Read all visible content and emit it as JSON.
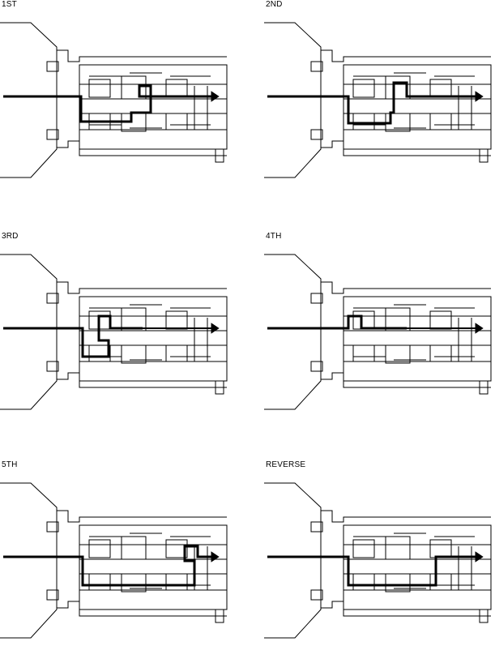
{
  "panels": [
    {
      "id": "1st",
      "label": "1ST"
    },
    {
      "id": "2nd",
      "label": "2ND"
    },
    {
      "id": "3rd",
      "label": "3RD"
    },
    {
      "id": "4th",
      "label": "4TH"
    },
    {
      "id": "5th",
      "label": "5TH"
    },
    {
      "id": "reverse",
      "label": "REVERSE"
    }
  ],
  "colors": {
    "line": "#000000",
    "background": "#ffffff"
  }
}
